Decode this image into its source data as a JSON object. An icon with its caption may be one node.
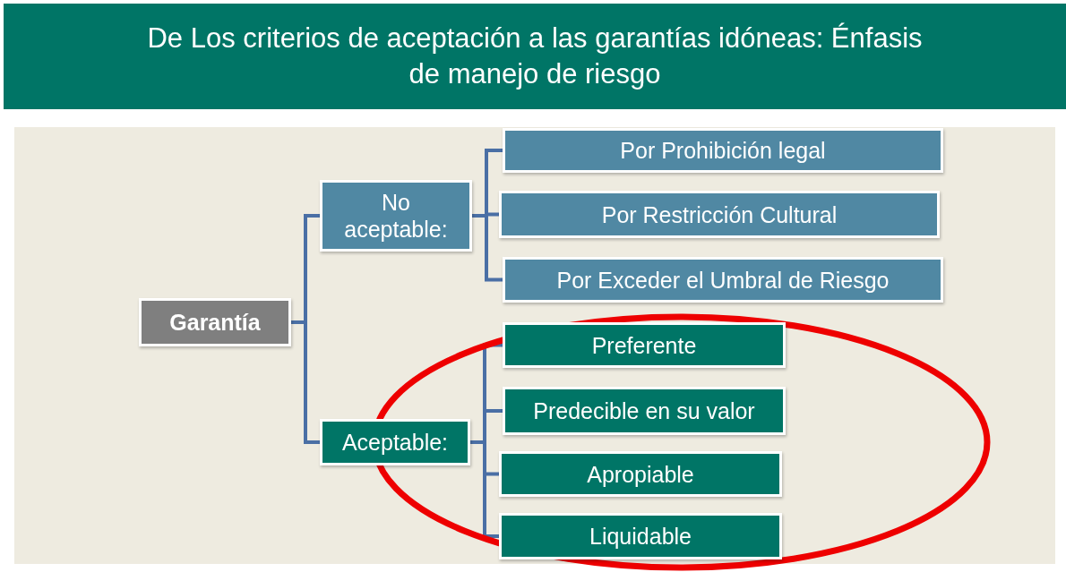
{
  "diagram": {
    "title": "De Los criterios de aceptación a las garantías idóneas: Énfasis de manejo de riesgo",
    "nodes": [
      {
        "text": [
          "Garantía"
        ]
      },
      {
        "text": [
          "No aceptable:"
        ]
      },
      {
        "text": [
          "Por Prohibición legal"
        ]
      },
      {
        "text": [
          "Por Restricción Cultural"
        ]
      },
      {
        "text": [
          "Por Exceder el Umbral de Riesgo"
        ]
      },
      {
        "text": [
          "Aceptable:"
        ]
      },
      {
        "text": [
          "Preferente"
        ]
      },
      {
        "text": [
          "Predecible en su valor"
        ]
      },
      {
        "text": [
          "Apropiable"
        ]
      },
      {
        "text": [
          "Liquidable"
        ]
      }
    ],
    "edges": [
      {
        "from": 0,
        "to": 1,
        "arrow": "none"
      },
      {
        "from": 0,
        "to": 5,
        "arrow": "none"
      },
      {
        "from": 1,
        "to": 2,
        "arrow": "none"
      },
      {
        "from": 1,
        "to": 3,
        "arrow": "none"
      },
      {
        "from": 1,
        "to": 4,
        "arrow": "none"
      },
      {
        "from": 5,
        "to": 6,
        "arrow": "none"
      },
      {
        "from": 5,
        "to": 7,
        "arrow": "none"
      },
      {
        "from": 5,
        "to": 8,
        "arrow": "none"
      },
      {
        "from": 5,
        "to": 9,
        "arrow": "none"
      }
    ]
  }
}
